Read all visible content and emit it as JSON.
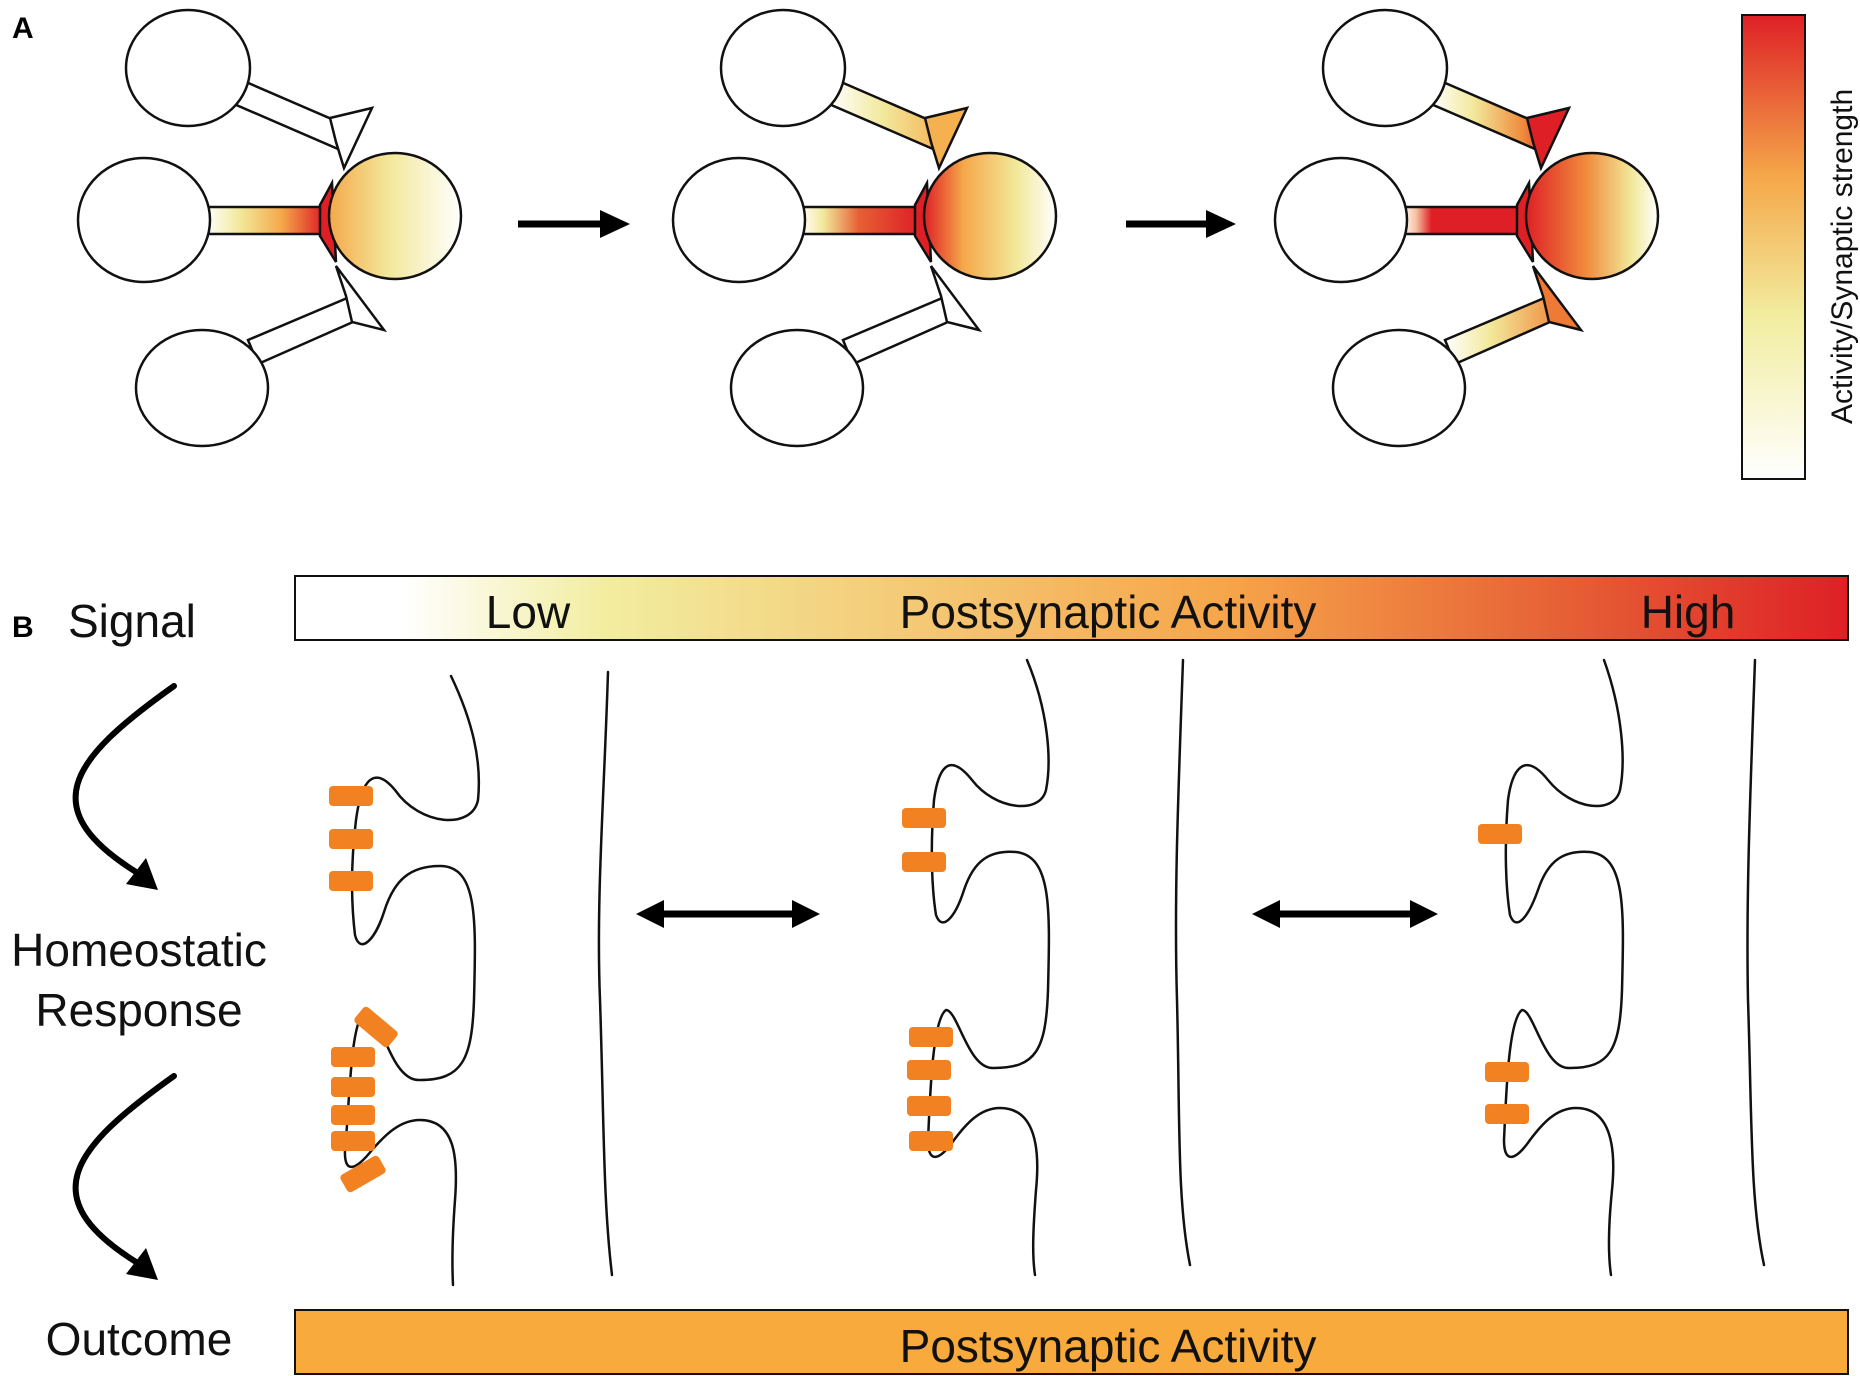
{
  "panel_a": {
    "letter": "A",
    "colorbar_label": "Activity/Synaptic strength"
  },
  "panel_b": {
    "letter": "B",
    "labels": {
      "signal": "Signal",
      "response_line1": "Homeostatic",
      "response_line2": "Response",
      "outcome": "Outcome"
    },
    "top_bar": {
      "low": "Low",
      "middle": "Postsynaptic Activity",
      "high": "High"
    },
    "bottom_bar": {
      "label": "Postsynaptic Activity"
    },
    "receptor_counts": {
      "low_activity": {
        "upper_spine": 3,
        "lower_spine": 6
      },
      "mid_activity": {
        "upper_spine": 2,
        "lower_spine": 4
      },
      "high_activity": {
        "upper_spine": 1,
        "lower_spine": 2
      }
    }
  },
  "colors": {
    "scale_white": "#ffffff",
    "scale_yellow": "#f2eda0",
    "scale_orange": "#f5a84a",
    "scale_red": "#de2026",
    "outcome_bar": "#f8aa3c",
    "receptor": "#f28122"
  }
}
